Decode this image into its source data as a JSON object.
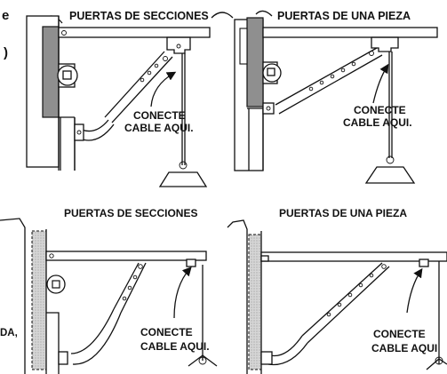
{
  "partial_text": {
    "top_right_letter": "e",
    "paren": ")",
    "bottom_left_fragment": "DA,"
  },
  "panels": [
    {
      "title": "PUERTAS DE SECCIONES",
      "callout_line1": "CONECTE",
      "callout_line2": "CABLE AQUI."
    },
    {
      "title": "PUERTAS DE UNA PIEZA",
      "callout_line1": "CONECTE",
      "callout_line2": "CABLE AQUI."
    },
    {
      "title": "PUERTAS DE SECCIONES",
      "callout_line1": "CONECTE",
      "callout_line2": "CABLE AQUI."
    },
    {
      "title": "PUERTAS DE UNA PIEZA",
      "callout_line1": "CONECTE",
      "callout_line2": "CABLE AQUI"
    }
  ]
}
